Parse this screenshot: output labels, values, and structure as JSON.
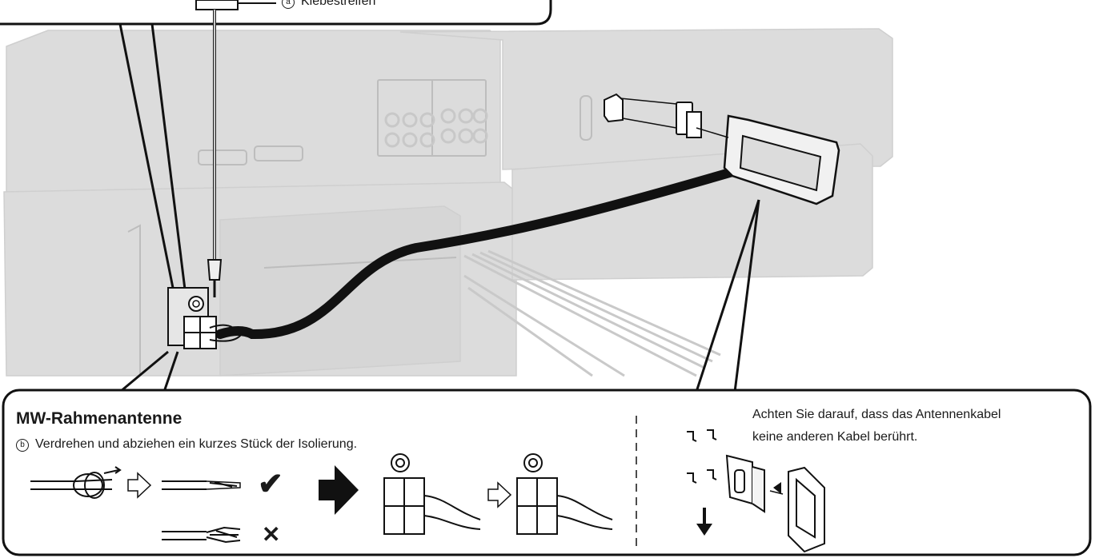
{
  "callout_top": {
    "marker": "a",
    "label": "Klebestreifen"
  },
  "mw_panel": {
    "title": "MW-Rahmenantenne",
    "step_marker": "b",
    "step_text": "Verdrehen und abziehen ein kurzes Stück der Isolierung."
  },
  "note_panel": {
    "line1": "Achten Sie darauf, dass das Antennenkabel",
    "line2": "keine anderen Kabel berührt."
  },
  "symbols": {
    "ok": "✔",
    "wrong": "✕"
  },
  "colors": {
    "device": "#dcdcdc",
    "device_edge": "#c4c4c4",
    "line": "#111111"
  }
}
